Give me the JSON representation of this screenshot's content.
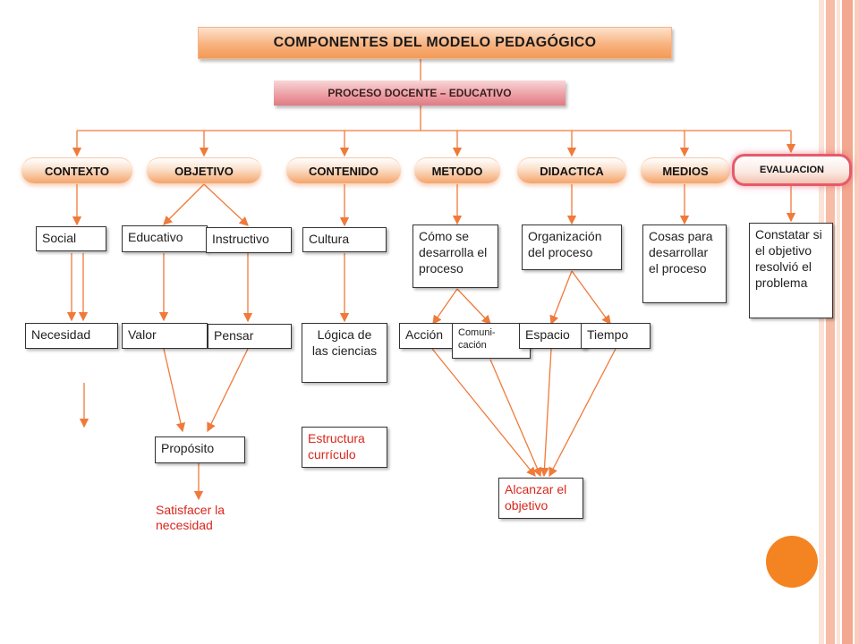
{
  "title": "COMPONENTES DEL MODELO PEDAGÓGICO",
  "subtitle": "PROCESO DOCENTE – EDUCATIVO",
  "components": {
    "contexto": "CONTEXTO",
    "objetivo": "OBJETIVO",
    "contenido": "CONTENIDO",
    "metodo": "METODO",
    "didactica": "DIDACTICA",
    "medios": "MEDIOS",
    "evaluacion": "EVALUACION"
  },
  "nodes": {
    "social": "Social",
    "educativo": "Educativo",
    "instructivo": "Instructivo",
    "cultura": "Cultura",
    "como_se": "Cómo se desarrolla el proceso",
    "organizacion": "Organización del proceso",
    "cosas": "Cosas para desarrollar el proceso",
    "constatar": "Constatar si el objetivo resolvió el problema",
    "necesidad": "Necesidad",
    "valor": "Valor",
    "pensar": "Pensar",
    "logica": "Lógica de las ciencias",
    "accion": "Acción",
    "comunicacion": "Comuni- cación",
    "espacio": "Espacio",
    "tiempo": "Tiempo",
    "proposito": "Propósito",
    "estructura": "Estructura currículo",
    "alcanzar": "Alcanzar el objetivo",
    "satisfacer": "Satisfacer la necesidad"
  },
  "colors": {
    "accent": "#f48422",
    "arrow": "#f07a3a",
    "red_text": "#d9261c",
    "stripe_light": "#fbd9c9",
    "stripe_dark": "#f2a88e"
  }
}
